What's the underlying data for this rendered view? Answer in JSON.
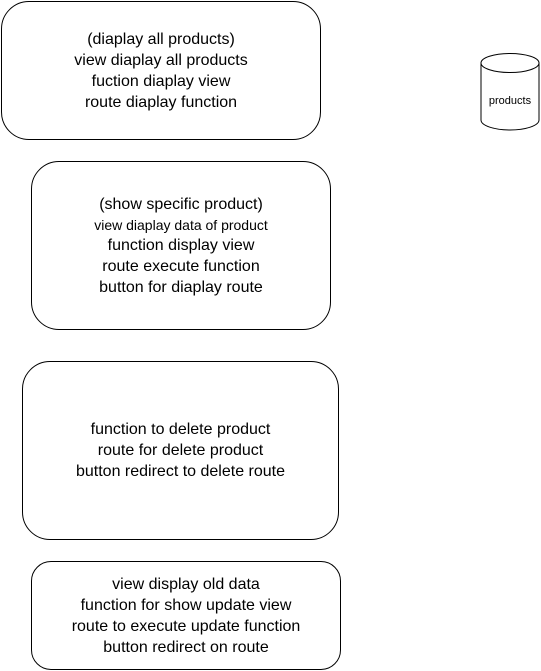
{
  "boxes": [
    {
      "lines": [
        "(diaplay all products)",
        "view diaplay all products",
        "fuction diaplay view",
        "route diaplay function"
      ]
    },
    {
      "lines": [
        "(show specific product)",
        "view diaplay data of product",
        "function display view",
        "route execute function",
        "button for diaplay route"
      ]
    },
    {
      "lines": [
        "function to delete product",
        "route for delete product",
        "button redirect to  delete route"
      ]
    },
    {
      "lines": [
        "view display old data",
        "function for show update view",
        "route to execute update function",
        "button redirect on route"
      ]
    }
  ],
  "database": {
    "label": "products"
  }
}
